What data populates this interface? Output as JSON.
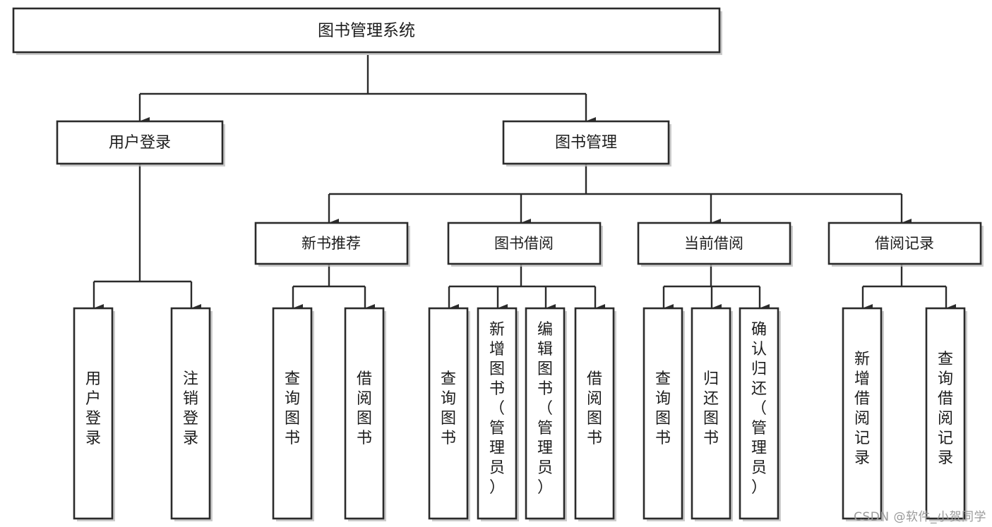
{
  "diagram": {
    "title": "图书管理系统",
    "type": "tree-hierarchy",
    "watermark": "CSDN @软件_小贺同学"
  },
  "root": {
    "label": "图书管理系统"
  },
  "level1": [
    {
      "label": "用户登录"
    },
    {
      "label": "图书管理"
    }
  ],
  "level2": [
    {
      "label": "新书推荐"
    },
    {
      "label": "图书借阅"
    },
    {
      "label": "当前借阅"
    },
    {
      "label": "借阅记录"
    }
  ],
  "leaves": {
    "user_login": [
      {
        "label": "用户登录"
      },
      {
        "label": "注销登录"
      }
    ],
    "new_book": [
      {
        "label": "查询图书"
      },
      {
        "label": "借阅图书"
      }
    ],
    "book_borrow": [
      {
        "label": "查询图书"
      },
      {
        "label": "新增图书（管理员）"
      },
      {
        "label": "编辑图书（管理员）"
      },
      {
        "label": "借阅图书"
      }
    ],
    "current_borrow": [
      {
        "label": "查询图书"
      },
      {
        "label": "归还图书"
      },
      {
        "label": "确认归还（管理员）"
      }
    ],
    "borrow_record": [
      {
        "label": "新增借阅记录"
      },
      {
        "label": "查询借阅记录"
      }
    ]
  },
  "colors": {
    "stroke": "#2b2b2b",
    "fill": "#ffffff",
    "text": "#1d1d1d",
    "shadow": "#b9b9b9",
    "watermark": "#9a9a9a"
  }
}
